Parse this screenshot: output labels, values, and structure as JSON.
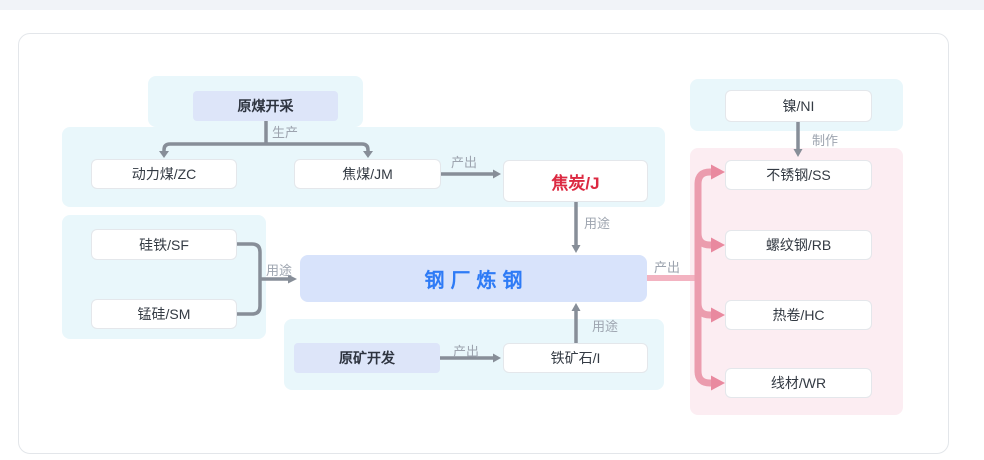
{
  "diagram": {
    "nodes": {
      "raw_coal_mining": {
        "label": "原煤开采"
      },
      "thermal_coal": {
        "label": "动力煤/ZC"
      },
      "coking_coal": {
        "label": "焦煤/JM"
      },
      "coke": {
        "label": "焦炭/J"
      },
      "ferrosilicon": {
        "label": "硅铁/SF"
      },
      "silicon_manganese": {
        "label": "锰硅/SM"
      },
      "steel_mill": {
        "label": "钢厂炼钢"
      },
      "raw_ore_dev": {
        "label": "原矿开发"
      },
      "iron_ore": {
        "label": "铁矿石/I"
      },
      "nickel": {
        "label": "镍/NI"
      },
      "stainless_steel": {
        "label": "不锈钢/SS"
      },
      "rebar": {
        "label": "螺纹钢/RB"
      },
      "hot_coil": {
        "label": "热卷/HC"
      },
      "wire_rod": {
        "label": "线材/WR"
      }
    },
    "edges": {
      "coal_produce": {
        "label": "生产"
      },
      "coke_output": {
        "label": "产出"
      },
      "coke_use": {
        "label": "用途"
      },
      "alloy_use": {
        "label": "用途"
      },
      "ore_output": {
        "label": "产出"
      },
      "ore_use": {
        "label": "用途"
      },
      "nickel_make": {
        "label": "制作"
      },
      "steel_output": {
        "label": "产出"
      }
    },
    "colors": {
      "accent_blue": "#2e7bf6",
      "accent_red": "#dc2a42",
      "connector_gray": "#878e98",
      "connector_pink": "#eb9cae",
      "connector_pink_light": "#f3b3c1",
      "region_cyan": "#e9f7fb",
      "region_pink": "#fcedf2",
      "node_lavender": "#dde5f9",
      "steel_box_bg": "#d8e3fb",
      "topbar_bg": "#f1f3f8"
    }
  }
}
